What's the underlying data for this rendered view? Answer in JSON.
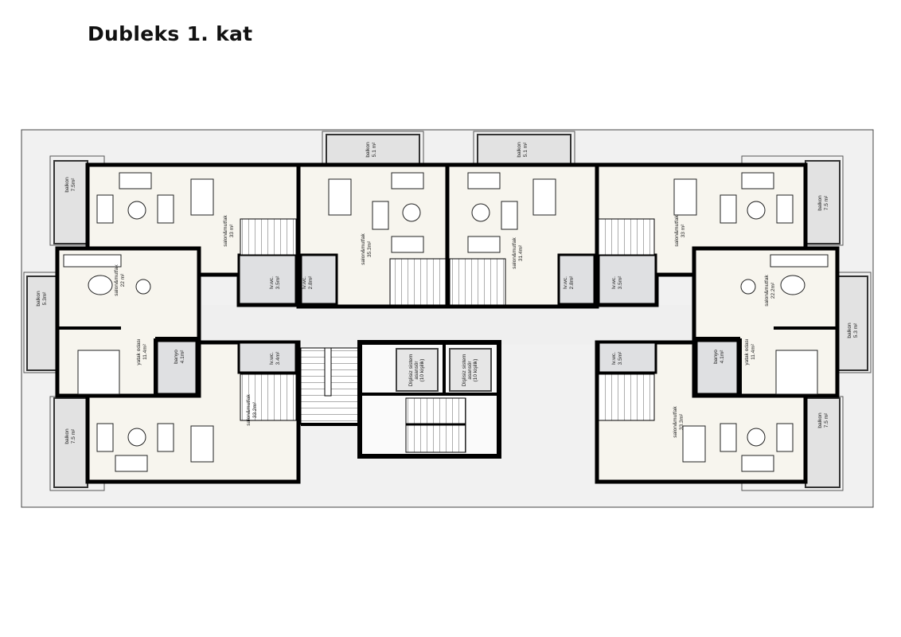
{
  "title": "Dubleks 1. kat",
  "balconies": {
    "top_left": {
      "name": "balkon",
      "area": "5.1 m²"
    },
    "top_right": {
      "name": "balkon",
      "area": "5.1 m²"
    },
    "left_top": {
      "name": "balkon",
      "area": "7.5m²"
    },
    "left_mid": {
      "name": "balkon",
      "area": "5.3m²"
    },
    "left_bottom": {
      "name": "balkon",
      "area": "7.5 m²"
    },
    "right_top": {
      "name": "balkon",
      "area": "7.5 m²"
    },
    "right_mid": {
      "name": "balkon",
      "area": "5.3 m²"
    },
    "right_bottom": {
      "name": "balkon",
      "area": "7.5 m²"
    }
  },
  "rooms": {
    "a_salon": {
      "name": "salon&mutfak",
      "area": "33 m²"
    },
    "a_wc": {
      "name": "lv.wc.",
      "area": "3.5m²"
    },
    "b_salon": {
      "name": "salon&mutfak",
      "area": "22 m²"
    },
    "b_bed": {
      "name": "yatak odası",
      "area": "11.4m²"
    },
    "b_bath": {
      "name": "banyo",
      "area": "4.1m²"
    },
    "c_salon": {
      "name": "salon&mutfak",
      "area": "33.2m²"
    },
    "c_wc": {
      "name": "lv.wc.",
      "area": "3.4m²"
    },
    "d_salon": {
      "name": "salon&mutfak",
      "area": "35.3m²"
    },
    "d_wc": {
      "name": "lv.wc.",
      "area": "2.8m²"
    },
    "e_salon": {
      "name": "salon&mutfak",
      "area": "31.4m²"
    },
    "e_wc": {
      "name": "lv.wc.",
      "area": "2.8m²"
    },
    "f_salon": {
      "name": "salon&mutfak",
      "area": "33 m²"
    },
    "f_wc": {
      "name": "lv.wc.",
      "area": "3.5m²"
    },
    "g_salon": {
      "name": "salon&mutfak",
      "area": "22.2m²"
    },
    "g_bed": {
      "name": "yatak odası",
      "area": "11.4m²"
    },
    "g_bath": {
      "name": "banyo",
      "area": "4.1m²"
    },
    "h_salon": {
      "name": "salon&mutfak",
      "area": "33.3m²"
    },
    "h_wc": {
      "name": "lv.wc.",
      "area": "3.5m²"
    }
  },
  "elevators": [
    {
      "line1": "Dişlisiz sistem",
      "line2": "asansör",
      "line3": "(10 kişilik)"
    },
    {
      "line1": "Dişlisiz sistem",
      "line2": "asansör",
      "line3": "(10 kişilik)"
    }
  ]
}
